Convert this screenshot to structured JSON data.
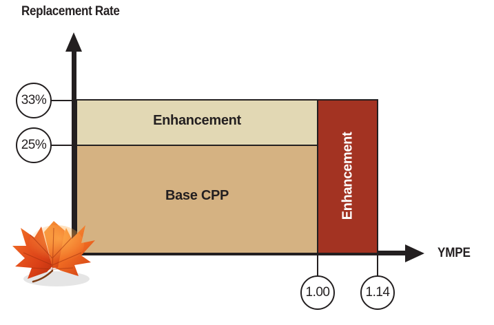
{
  "chart_data": {
    "type": "bar",
    "title": "",
    "xlabel": "YMPE",
    "ylabel": "Replacement Rate",
    "grid": false,
    "legend": "none",
    "x_ticks": [
      "1.00",
      "1.14"
    ],
    "y_ticks": [
      "25%",
      "33%"
    ],
    "ylim": [
      0,
      40
    ],
    "xlim": [
      0,
      1.25
    ],
    "segments": [
      {
        "name": "Base CPP",
        "label": "Base CPP",
        "x_from": 0.0,
        "x_to": 1.0,
        "y_from": 0,
        "y_to": 25,
        "color": "#d5b282",
        "text_color": "#231f20"
      },
      {
        "name": "Enhancement (below YMPE)",
        "label": "Enhancement",
        "x_from": 0.0,
        "x_to": 1.0,
        "y_from": 25,
        "y_to": 33,
        "color": "#e2d8b4",
        "text_color": "#231f20"
      },
      {
        "name": "Enhancement (above YMPE)",
        "label": "Enhancement",
        "x_from": 1.0,
        "x_to": 1.14,
        "y_from": 0,
        "y_to": 33,
        "color": "#a33322",
        "text_color": "#ffffff",
        "orientation": "vertical"
      }
    ],
    "annotations": [
      {
        "name": "y-callout-33",
        "text": "33%",
        "axis": "y",
        "value": 33
      },
      {
        "name": "y-callout-25",
        "text": "25%",
        "axis": "y",
        "value": 25
      },
      {
        "name": "x-callout-100",
        "text": "1.00",
        "axis": "x",
        "value": 1.0
      },
      {
        "name": "x-callout-114",
        "text": "1.14",
        "axis": "x",
        "value": 1.14
      }
    ]
  },
  "axes": {
    "y_title": "Replacement Rate",
    "x_title": "YMPE"
  },
  "labels": {
    "enhancement_top": "Enhancement",
    "base_cpp": "Base CPP",
    "enhancement_right": "Enhancement"
  },
  "callouts": {
    "y_33": "33%",
    "y_25": "25%",
    "x_100": "1.00",
    "x_114": "1.14"
  },
  "colors": {
    "enhancement_light": "#e2d8b4",
    "base_cpp": "#d5b282",
    "enhancement_red": "#a33322",
    "ink": "#231f20",
    "background": "#ffffff"
  },
  "decoration": {
    "maple_leaf": "maple-leaf-icon"
  }
}
